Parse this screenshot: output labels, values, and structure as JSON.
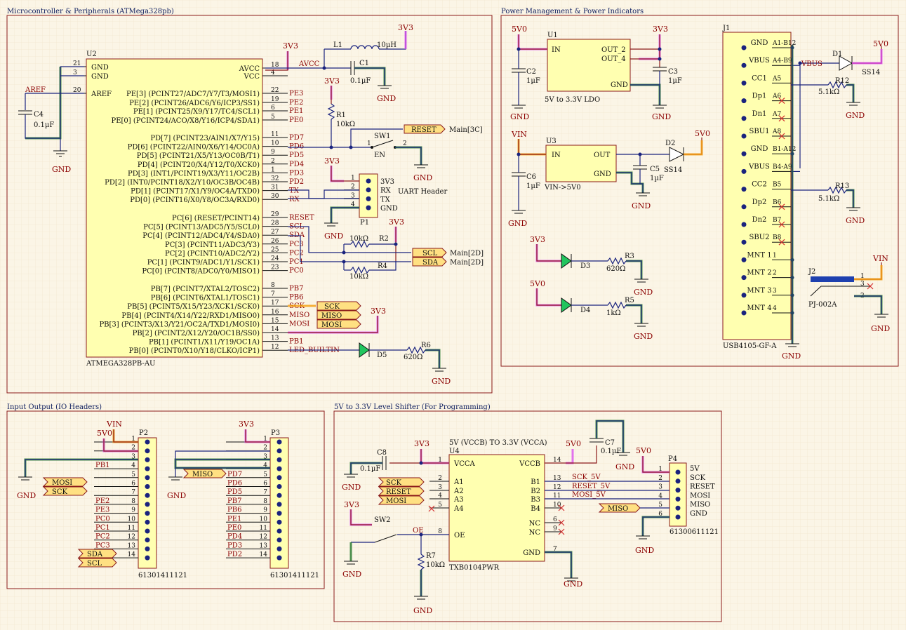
{
  "sections": {
    "mcu": "Microcontroller & Peripherals (ATMega328pb)",
    "power": "Power Management & Power Indicators",
    "io": "Input Output (IO Headers)",
    "shifter": "5V to 3.3V Level Shifter (For Programming)"
  },
  "u2": {
    "ref": "U2",
    "part": "ATMEGA328PB-AU",
    "left_pins": [
      {
        "num": "21",
        "name": "GND"
      },
      {
        "num": "3",
        "name": "GND"
      },
      {
        "num": "20",
        "name": "AREF"
      }
    ],
    "right_top": [
      {
        "num": "18",
        "name": "AVCC",
        "net": "AVCC"
      },
      {
        "num": "4",
        "name": "VCC",
        "net": ""
      },
      {
        "num": "22",
        "name": "PE[3] (PCINT27/ADC7/Y7/T3/MOSI1)",
        "net": "PE3"
      },
      {
        "num": "19",
        "name": "PE[2] (PCINT26/ADC6/Y6/ICP3/SS1)",
        "net": "PE2"
      },
      {
        "num": "6",
        "name": "PE[1] (PCINT25/X9/Y17/TC4/SCL1)",
        "net": "PE1"
      },
      {
        "num": "5",
        "name": "PE[0] (PCINT24/ACO/X8/Y16/ICP4/SDA1)",
        "net": "PE0"
      }
    ],
    "right_pd": [
      {
        "num": "11",
        "name": "PD[7] (PCINT23/AIN1/X7/Y15)",
        "net": "PD7"
      },
      {
        "num": "10",
        "name": "PD[6] (PCINT22/AIN0/X6/Y14/OC0A)",
        "net": "PD6"
      },
      {
        "num": "9",
        "name": "PD[5] (PCINT21/X5/Y13/OC0B/T1)",
        "net": "PD5"
      },
      {
        "num": "2",
        "name": "PD[4] (PCINT20/X4/Y12/T0/XCK0)",
        "net": "PD4"
      },
      {
        "num": "1",
        "name": "PD[3] (INT1/PCINT19/X3/Y11/OC2B)",
        "net": "PD3"
      },
      {
        "num": "32",
        "name": "PD[2] (INT0/PCINT18/X2/Y10/OC3B/OC4B)",
        "net": "PD2"
      },
      {
        "num": "31",
        "name": "PD[1] (PCINT17/X1/Y9/OC4A/TXD0)",
        "net": "TX"
      },
      {
        "num": "30",
        "name": "PD[0] (PCINT16/X0/Y8/OC3A/RXD0)",
        "net": "RX"
      }
    ],
    "right_pc": [
      {
        "num": "29",
        "name": "PC[6] (RESET/PCINT14)",
        "net": "RESET"
      },
      {
        "num": "28",
        "name": "PC[5] (PCINT13/ADC5/Y5/SCL0)",
        "net": "SCL"
      },
      {
        "num": "27",
        "name": "PC[4] (PCINT12/ADC4/Y4/SDA0)",
        "net": "SDA"
      },
      {
        "num": "26",
        "name": "PC[3] (PCINT11/ADC3/Y3)",
        "net": "PC3"
      },
      {
        "num": "25",
        "name": "PC[2] (PCINT10/ADC2/Y2)",
        "net": "PC2"
      },
      {
        "num": "24",
        "name": "PC[1] (PCINT9/ADC1/Y1/SCK1)",
        "net": "PC1"
      },
      {
        "num": "23",
        "name": "PC[0] (PCINT8/ADC0/Y0/MISO1)",
        "net": "PC0"
      }
    ],
    "right_pb": [
      {
        "num": "8",
        "name": "PB[7] (PCINT7/XTAL2/TOSC2)",
        "net": "PB7"
      },
      {
        "num": "7",
        "name": "PB[6] (PCINT6/XTAL1/TOSC1)",
        "net": "PB6"
      },
      {
        "num": "17",
        "name": "PB[5] (PCINT5/X15/Y23/XCK1/SCK0)",
        "net": "SCK"
      },
      {
        "num": "16",
        "name": "PB[4] (PCINT4/X14/Y22/RXD1/MISO0)",
        "net": "MISO"
      },
      {
        "num": "15",
        "name": "PB[3] (PCINT3/X13/Y21/OC2A/TXD1/MOSI0)",
        "net": "MOSI"
      },
      {
        "num": "14",
        "name": "PB[2] (PCINT2/X12/Y20/OC1B/SS0)",
        "net": ""
      },
      {
        "num": "13",
        "name": "PB[1] (PCINT1/X11/Y19/OC1A)",
        "net": "PB1"
      },
      {
        "num": "12",
        "name": "PB[0] (PCINT0/X10/Y18/CLKO/ICP1)",
        "net": "LED_BUILTIN"
      }
    ]
  },
  "mcu_parts": {
    "c4": {
      "ref": "C4",
      "val": "0.1µF"
    },
    "c1": {
      "ref": "C1",
      "val": "0.1µF"
    },
    "l1": {
      "ref": "L1",
      "val": "10µH"
    },
    "r1": {
      "ref": "R1",
      "val": "10kΩ"
    },
    "r2": {
      "ref": "R2",
      "val": "10kΩ"
    },
    "r4": {
      "ref": "R4",
      "val": "10kΩ"
    },
    "r6": {
      "ref": "R6",
      "val": "620Ω"
    },
    "sw1": {
      "ref": "SW1",
      "en": "EN",
      "p1": "1",
      "p2": "2"
    },
    "d5": {
      "ref": "D5"
    },
    "p1": {
      "ref": "P1",
      "title": "UART Header",
      "pins": [
        "3V3",
        "RX",
        "TX",
        "GND"
      ]
    },
    "ports": {
      "reset": "RESET",
      "reset_ref": "Main[3C]",
      "scl": "SCL",
      "sda": "SDA",
      "scl_ref": "Main[2D]",
      "sda_ref": "Main[2D]",
      "sck": "SCK",
      "miso": "MISO",
      "mosi": "MOSI"
    },
    "aref_net": "AREF"
  },
  "power": {
    "u1": {
      "ref": "U1",
      "desc": "5V to 3.3V LDO",
      "in": "IN",
      "out2": "OUT_2",
      "out4": "OUT_4",
      "gnd": "GND"
    },
    "u3": {
      "ref": "U3",
      "desc": "VIN->5V0",
      "in": "IN",
      "out": "OUT",
      "gnd": "GND"
    },
    "c2": {
      "ref": "C2",
      "val": "1µF"
    },
    "c3": {
      "ref": "C3",
      "val": "1µF"
    },
    "c5": {
      "ref": "C5",
      "val": "1µF"
    },
    "c6": {
      "ref": "C6",
      "val": "1µF"
    },
    "d1": {
      "ref": "D1",
      "val": "SS14"
    },
    "d2": {
      "ref": "D2",
      "val": "SS14"
    },
    "d3": {
      "ref": "D3"
    },
    "d4": {
      "ref": "D4"
    },
    "r3": {
      "ref": "R3",
      "val": "620Ω"
    },
    "r5": {
      "ref": "R5",
      "val": "1kΩ"
    },
    "r12": {
      "ref": "R12",
      "val": "5.1kΩ"
    },
    "r13": {
      "ref": "R13",
      "val": "5.1kΩ"
    },
    "j1": {
      "ref": "J1",
      "part": "USB4105-GF-A",
      "pins": [
        {
          "name": "GND",
          "num": "A1-B12"
        },
        {
          "name": "VBUS",
          "num": "A4-B9"
        },
        {
          "name": "CC1",
          "num": "A5"
        },
        {
          "name": "Dp1",
          "num": "A6"
        },
        {
          "name": "Dn1",
          "num": "A7"
        },
        {
          "name": "SBU1",
          "num": "A8"
        },
        {
          "name": "GND",
          "num": "B1-A12"
        },
        {
          "name": "VBUS",
          "num": "B4-A9"
        },
        {
          "name": "CC2",
          "num": "B5"
        },
        {
          "name": "Dp2",
          "num": "B6"
        },
        {
          "name": "Dn2",
          "num": "B7"
        },
        {
          "name": "SBU2",
          "num": "B8"
        },
        {
          "name": "MNT 1",
          "num": "1"
        },
        {
          "name": "MNT 2",
          "num": "2"
        },
        {
          "name": "MNT 3",
          "num": "3"
        },
        {
          "name": "MNT 4",
          "num": "4"
        }
      ]
    },
    "vbus_net": "VBUS",
    "j2": {
      "ref": "J2",
      "part": "PJ-002A"
    }
  },
  "io": {
    "p2": {
      "ref": "P2",
      "part": "61301411121",
      "nets": [
        "VIN",
        "5V0",
        "",
        "PB1",
        "",
        "MOSI",
        "SCK",
        "PE2",
        "PE3",
        "PC0",
        "PC1",
        "PC2",
        "PC3",
        "SDA",
        "SCL"
      ]
    },
    "p2_pins": [
      "1",
      "2",
      "3",
      "4",
      "5",
      "6",
      "7",
      "8",
      "9",
      "10",
      "11",
      "12",
      "13",
      "14"
    ],
    "p2_labels": [
      "",
      "",
      "",
      "PB1",
      "",
      "",
      "",
      "PE2",
      "PE3",
      "PC0",
      "PC1",
      "PC2",
      "PC3",
      ""
    ],
    "p3": {
      "ref": "P3",
      "part": "61301411121"
    },
    "p3_pins": [
      "1",
      "2",
      "3",
      "4",
      "5",
      "6",
      "7",
      "8",
      "9",
      "10",
      "11",
      "12",
      "13",
      "14"
    ],
    "p3_labels": [
      "",
      "",
      "",
      "",
      "PD7",
      "PD6",
      "PD5",
      "PB7",
      "PB6",
      "PE1",
      "PE0",
      "PD4",
      "PD3",
      "PD2"
    ]
  },
  "shifter": {
    "u4": {
      "ref": "U4",
      "desc": "5V (VCCB) TO 3.3V (VCCA)",
      "part": "TXB0104PWR",
      "left": [
        {
          "num": "1",
          "name": "VCCA"
        },
        {
          "num": "2",
          "name": "A1"
        },
        {
          "num": "3",
          "name": "A2"
        },
        {
          "num": "4",
          "name": "A3"
        },
        {
          "num": "5",
          "name": "A4"
        },
        {
          "num": "8",
          "name": "OE"
        }
      ],
      "right": [
        {
          "num": "14",
          "name": "VCCB"
        },
        {
          "num": "13",
          "name": "B1"
        },
        {
          "num": "12",
          "name": "B2"
        },
        {
          "num": "11",
          "name": "B3"
        },
        {
          "num": "10",
          "name": "B4"
        },
        {
          "num": "6",
          "name": "NC"
        },
        {
          "num": "9",
          "name": "NC"
        },
        {
          "num": "7",
          "name": "GND"
        }
      ]
    },
    "c8": {
      "ref": "C8",
      "val": "0.1µF"
    },
    "c7": {
      "ref": "C7",
      "val": "0.1µF"
    },
    "r7": {
      "ref": "R7",
      "val": "10kΩ"
    },
    "sw2": {
      "ref": "SW2"
    },
    "oe_net": "OE",
    "nets_5v": [
      "SCK_5V",
      "RESET_5V",
      "MOSI_5V"
    ],
    "p4": {
      "ref": "P4",
      "part": "61300611121",
      "labels": [
        "5V",
        "SCK",
        "RESET",
        "MOSI",
        "MISO",
        "GND"
      ]
    }
  },
  "rails": {
    "v33": "3V3",
    "v5": "5V0",
    "vin": "VIN",
    "gnd": "GND"
  }
}
